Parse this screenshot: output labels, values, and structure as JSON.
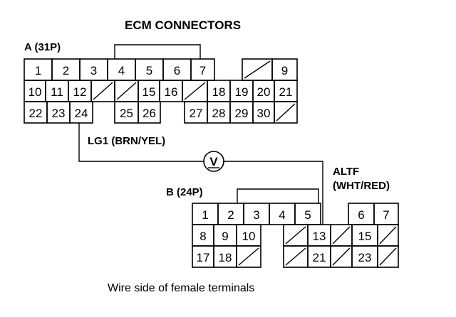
{
  "title": "ECM CONNECTORS",
  "connector_a": {
    "label": "A (31P)",
    "row1": [
      "1",
      "2",
      "3",
      "4",
      "5",
      "6",
      "7",
      "",
      "",
      "9"
    ],
    "row2": [
      "10",
      "11",
      "12",
      "",
      "",
      "15",
      "16",
      "",
      "18",
      "19",
      "20",
      "21"
    ],
    "row3": [
      "22",
      "23",
      "24",
      "",
      "25",
      "26",
      "",
      "27",
      "28",
      "29",
      "30",
      ""
    ]
  },
  "connector_b": {
    "label": "B (24P)",
    "row1": [
      "1",
      "2",
      "3",
      "4",
      "5",
      "",
      "6",
      "7"
    ],
    "row2": [
      "8",
      "9",
      "10",
      "",
      "13",
      "",
      "15",
      ""
    ],
    "row3": [
      "17",
      "18",
      "",
      "",
      "21",
      "",
      "23",
      ""
    ]
  },
  "wire_a": "LG1 (BRN/YEL)",
  "wire_b_line1": "ALTF",
  "wire_b_line2": "(WHT/RED)",
  "meter_symbol": "V",
  "caption": "Wire side of female terminals"
}
